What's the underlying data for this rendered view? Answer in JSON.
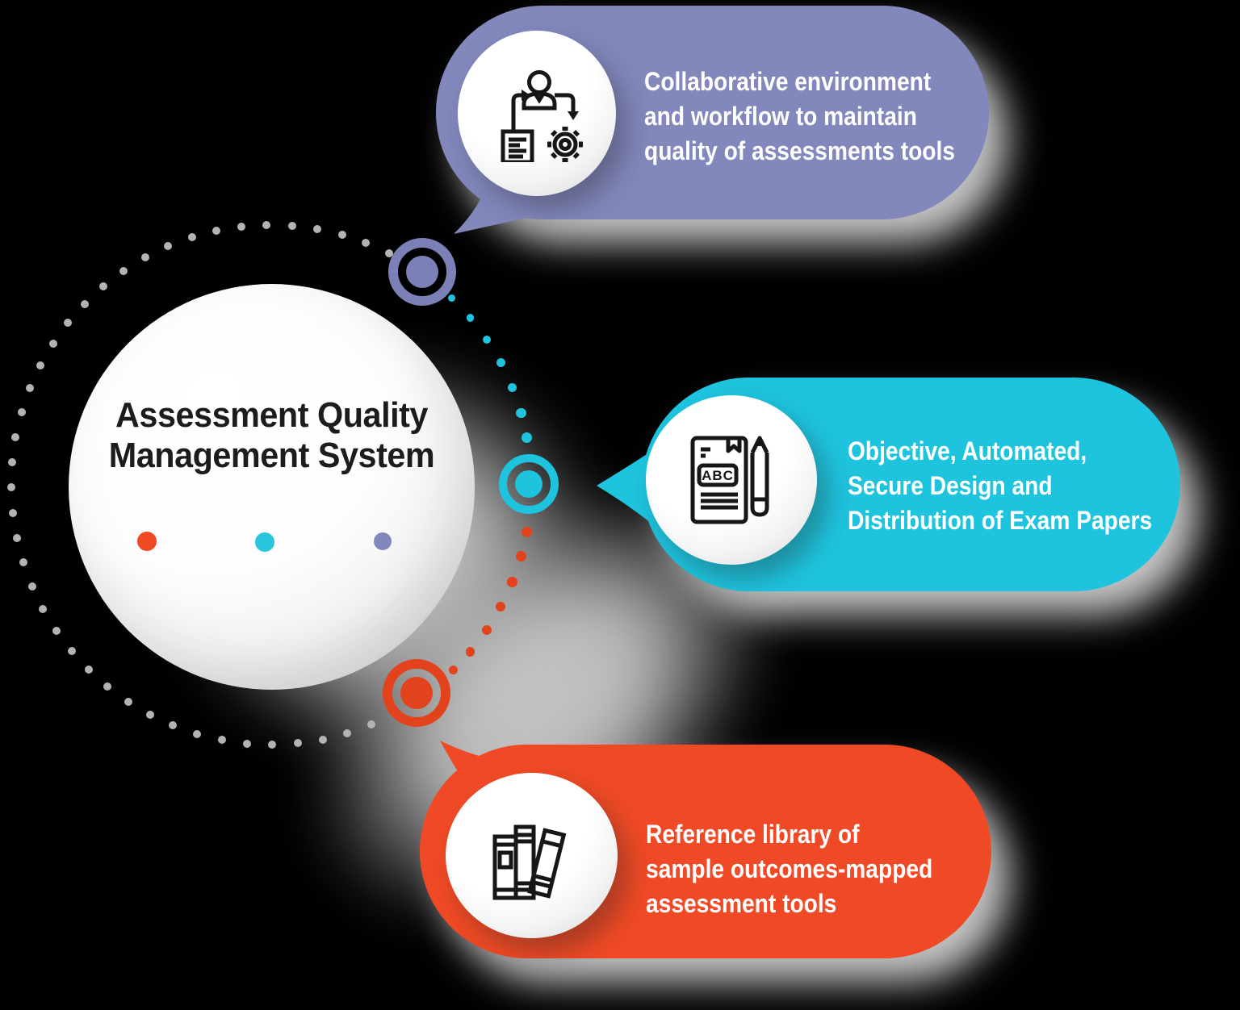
{
  "title": {
    "line1": "Assessment Quality",
    "line2": "Management System"
  },
  "colors": {
    "purple": "#8287bc",
    "cyan": "#1ec3de",
    "orange": "#ef4a25",
    "red_ring": "#e2431d",
    "purple_ring": "#7b81b6",
    "gray_dot": "#b3b3b3",
    "title_text": "#1c1c1c",
    "bubble_text": "#ffffff",
    "icon_stroke": "#161616",
    "center_dot_red": "#f04a25",
    "center_dot_cyan": "#29c5dd",
    "center_dot_purple": "#8287bc"
  },
  "bubbles": [
    {
      "id": "collaborative-environment",
      "icon": "person-workflow-gear-icon",
      "lines": [
        "Collaborative environment",
        "and workflow to maintain",
        "quality of assessments tools"
      ]
    },
    {
      "id": "exam-design",
      "icon": "exam-paper-pencil-icon",
      "lines": [
        "Objective, Automated,",
        "Secure Design and",
        "Distribution of Exam Papers"
      ]
    },
    {
      "id": "reference-library",
      "icon": "books-icon",
      "lines": [
        "Reference library of",
        "sample outcomes-mapped",
        "assessment tools"
      ]
    }
  ],
  "exam_icon_label": "ABC"
}
